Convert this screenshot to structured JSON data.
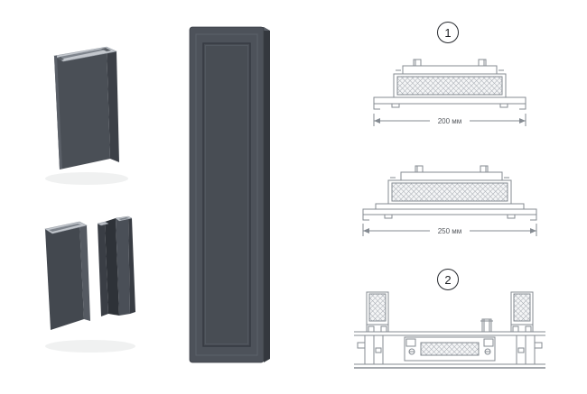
{
  "sections": [
    {
      "number": "1"
    },
    {
      "number": "2"
    }
  ],
  "dimensions": {
    "drawing1": "200 мм",
    "drawing2": "250 мм"
  },
  "colors": {
    "profile_dark": "#4a4f56",
    "profile_side_dark": "#3c4047",
    "profile_edge_light": "#c3c7cd",
    "panel_front": "#4d525a",
    "drawing_line": "#858b92",
    "hatch_line": "#a6abb2",
    "dimension_text": "#53575c",
    "badge_border": "#26292e"
  }
}
